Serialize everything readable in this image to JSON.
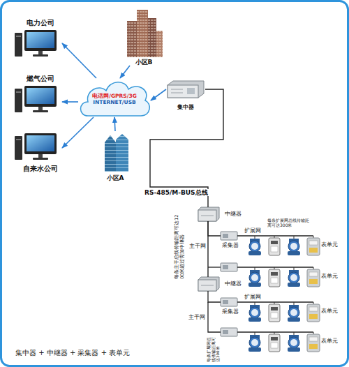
{
  "diagram": {
    "nodes": [
      {
        "text": [
          "电力公司"
        ]
      },
      {
        "text": [
          "燃气公司"
        ]
      },
      {
        "text": [
          "自来水公司"
        ]
      },
      {
        "text": [
          "电话网/GPRS/3G",
          "INTERNET/USB"
        ]
      },
      {
        "text": [
          "小区B"
        ]
      },
      {
        "text": [
          "小区A"
        ]
      },
      {
        "text": [
          "集中器"
        ]
      },
      {
        "text": [
          "中继器"
        ]
      },
      {
        "text": [
          "中继器"
        ]
      },
      {
        "text": [
          "采集器"
        ]
      },
      {
        "text": [
          "采集器"
        ]
      }
    ],
    "edges": [
      {
        "from": 3,
        "to": 0,
        "arrow": "to"
      },
      {
        "from": 3,
        "to": 1,
        "arrow": "to"
      },
      {
        "from": 3,
        "to": 2,
        "arrow": "to"
      },
      {
        "from": 4,
        "to": 3,
        "arrow": "to"
      },
      {
        "from": 5,
        "to": 3,
        "arrow": "to"
      },
      {
        "from": 6,
        "to": 3,
        "arrow": "to"
      },
      {
        "from": 6,
        "to": 7,
        "label": "RS-485/M-BUS总线",
        "arrow": "none"
      },
      {
        "from": 7,
        "to": 8,
        "label": "主干网",
        "arrow": "none"
      },
      {
        "from": 7,
        "to": 9,
        "arrow": "none"
      },
      {
        "from": 8,
        "to": 10,
        "arrow": "none"
      }
    ],
    "labels": [
      "每条扩展网总线传输距离可达300米",
      "扩展网",
      "表单元",
      "每条主干总线传输距离可达1200米超过需加中继器",
      "扩展网",
      "表单元",
      "主干网",
      "表单元",
      "表单元",
      "每条扩展网总线传输距离可达300米",
      "集中器 + 中继器 + 采集器 + 表单元"
    ]
  }
}
